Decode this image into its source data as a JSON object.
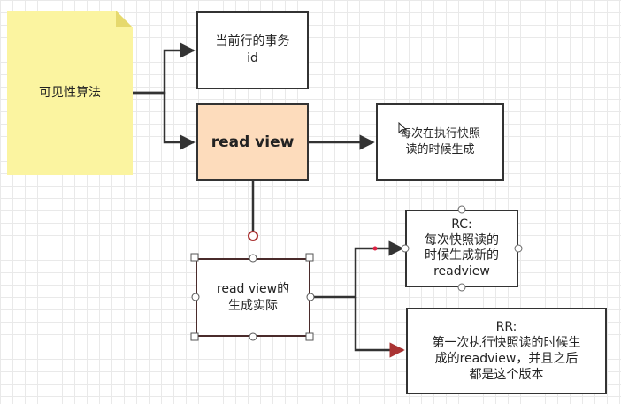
{
  "diagram": {
    "note": {
      "text": "可见性算法",
      "color": "#fbf4a0"
    },
    "nodes": {
      "current_tx_id": {
        "text": "当前行的事务\nid"
      },
      "read_view": {
        "text": "read view",
        "color": "#fddcbc"
      },
      "snapshot_time": {
        "text": "每次在执行快照\n读的时候生成"
      },
      "read_view_actual": {
        "text": "read view的\n生成实际"
      },
      "rc": {
        "text": "RC:\n每次快照读的\n时候生成新的\nreadview"
      },
      "rr": {
        "text": "RR:\n第一次执行快照读的时候生\n成的readview，并且之后\n都是这个版本"
      }
    },
    "edges": [
      {
        "from": "可见性算法",
        "to": "当前行的事务 id"
      },
      {
        "from": "可见性算法",
        "to": "read view"
      },
      {
        "from": "read view",
        "to": "每次在执行快照读的时候生成"
      },
      {
        "from": "read view",
        "to": "read view的生成实际"
      },
      {
        "from": "read view的生成实际",
        "to": "RC"
      },
      {
        "from": "read view的生成实际",
        "to": "RR"
      }
    ]
  }
}
